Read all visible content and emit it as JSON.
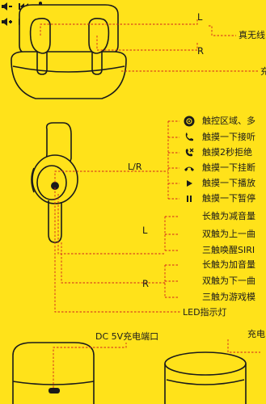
{
  "colors": {
    "background": "#FFE21A",
    "line": "#1a1a1a",
    "leader": "#d11f1f"
  },
  "top": {
    "label_left": "L",
    "label_right": "R",
    "callout_1": "真无线",
    "callout_2": "充"
  },
  "earbud_side_label": "L/R",
  "touch": [
    {
      "icon": "touch-area-icon",
      "text": "触控区域、多"
    },
    {
      "icon": "phone-answer-icon",
      "text": "触摸一下接听"
    },
    {
      "icon": "phone-reject-icon",
      "text": "触摸2秒拒绝"
    },
    {
      "icon": "hang-up-icon",
      "text": "触摸一下挂断"
    },
    {
      "icon": "play-icon",
      "text": "触摸一下播放"
    },
    {
      "icon": "pause-icon",
      "text": "触摸一下暂停"
    }
  ],
  "left_ear": {
    "label": "L",
    "items": [
      {
        "icon": "volume-down-icon",
        "text": "长触为减音量"
      },
      {
        "icon": "previous-track-icon",
        "text": "双触为上一曲"
      },
      {
        "icon": "microphone-icon",
        "text": "三触唤醒SIRI"
      }
    ]
  },
  "right_ear": {
    "label": "R",
    "items": [
      {
        "icon": "volume-up-icon",
        "text": "长触为加音量"
      },
      {
        "icon": "next-track-icon",
        "text": "双触为下一曲"
      },
      {
        "icon": "gamepad-icon",
        "text": "三触为游戏模"
      }
    ]
  },
  "led_label": "LED指示灯",
  "bottom": {
    "port_label": "DC 5V充电端口",
    "charge_label": "充电"
  }
}
